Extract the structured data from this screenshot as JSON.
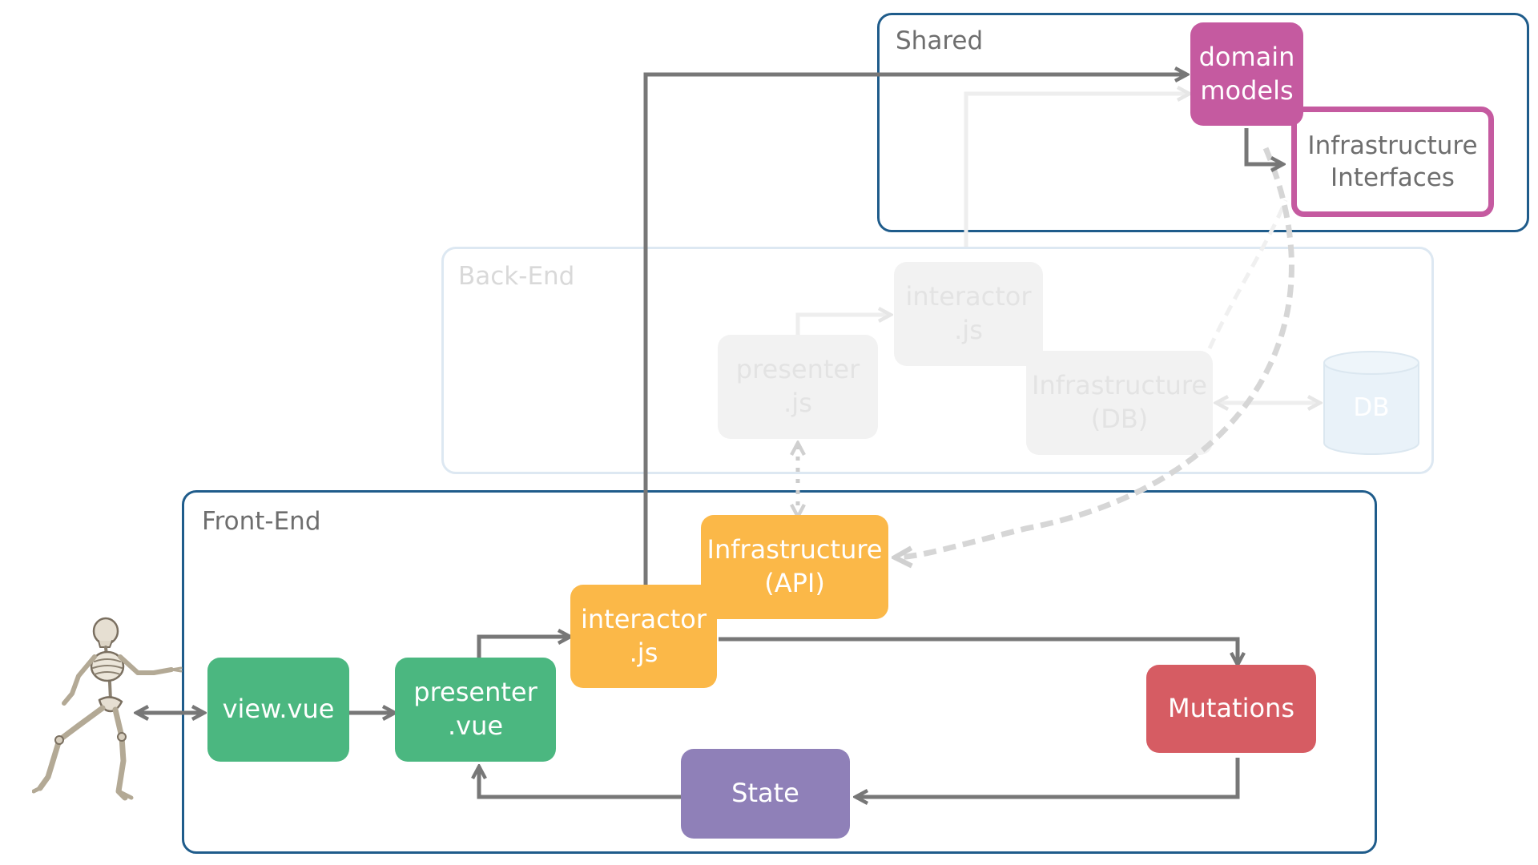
{
  "regions": {
    "shared": "Shared",
    "back_end": "Back-End",
    "front_end": "Front-End"
  },
  "nodes": {
    "domain_models": "domain\nmodels",
    "infrastructure_interfaces": "Infrastructure\nInterfaces",
    "backend_interactor": "interactor\n.js",
    "backend_presenter": "presenter\n.js",
    "backend_infrastructure": "Infrastructure\n(DB)",
    "db": "DB",
    "infrastructure_api": "Infrastructure\n(API)",
    "frontend_interactor": "interactor\n.js",
    "view": "view.vue",
    "presenter_vue": "presenter\n.vue",
    "mutations": "Mutations",
    "state": "State"
  },
  "colors": {
    "shared_border": "#1f5c8b",
    "frontend_border": "#1f5c8b",
    "backend_border": "#dde8f2",
    "domain": "#c55aa0",
    "infra_interfaces_border": "#c55aa0",
    "green": "#4bb780",
    "orange": "#fbb848",
    "red": "#d65c63",
    "purple": "#8f80b8",
    "arrow": "#777777",
    "faded_arrow": "#eeeeee"
  },
  "icons": {
    "user": "skeleton-figure"
  }
}
